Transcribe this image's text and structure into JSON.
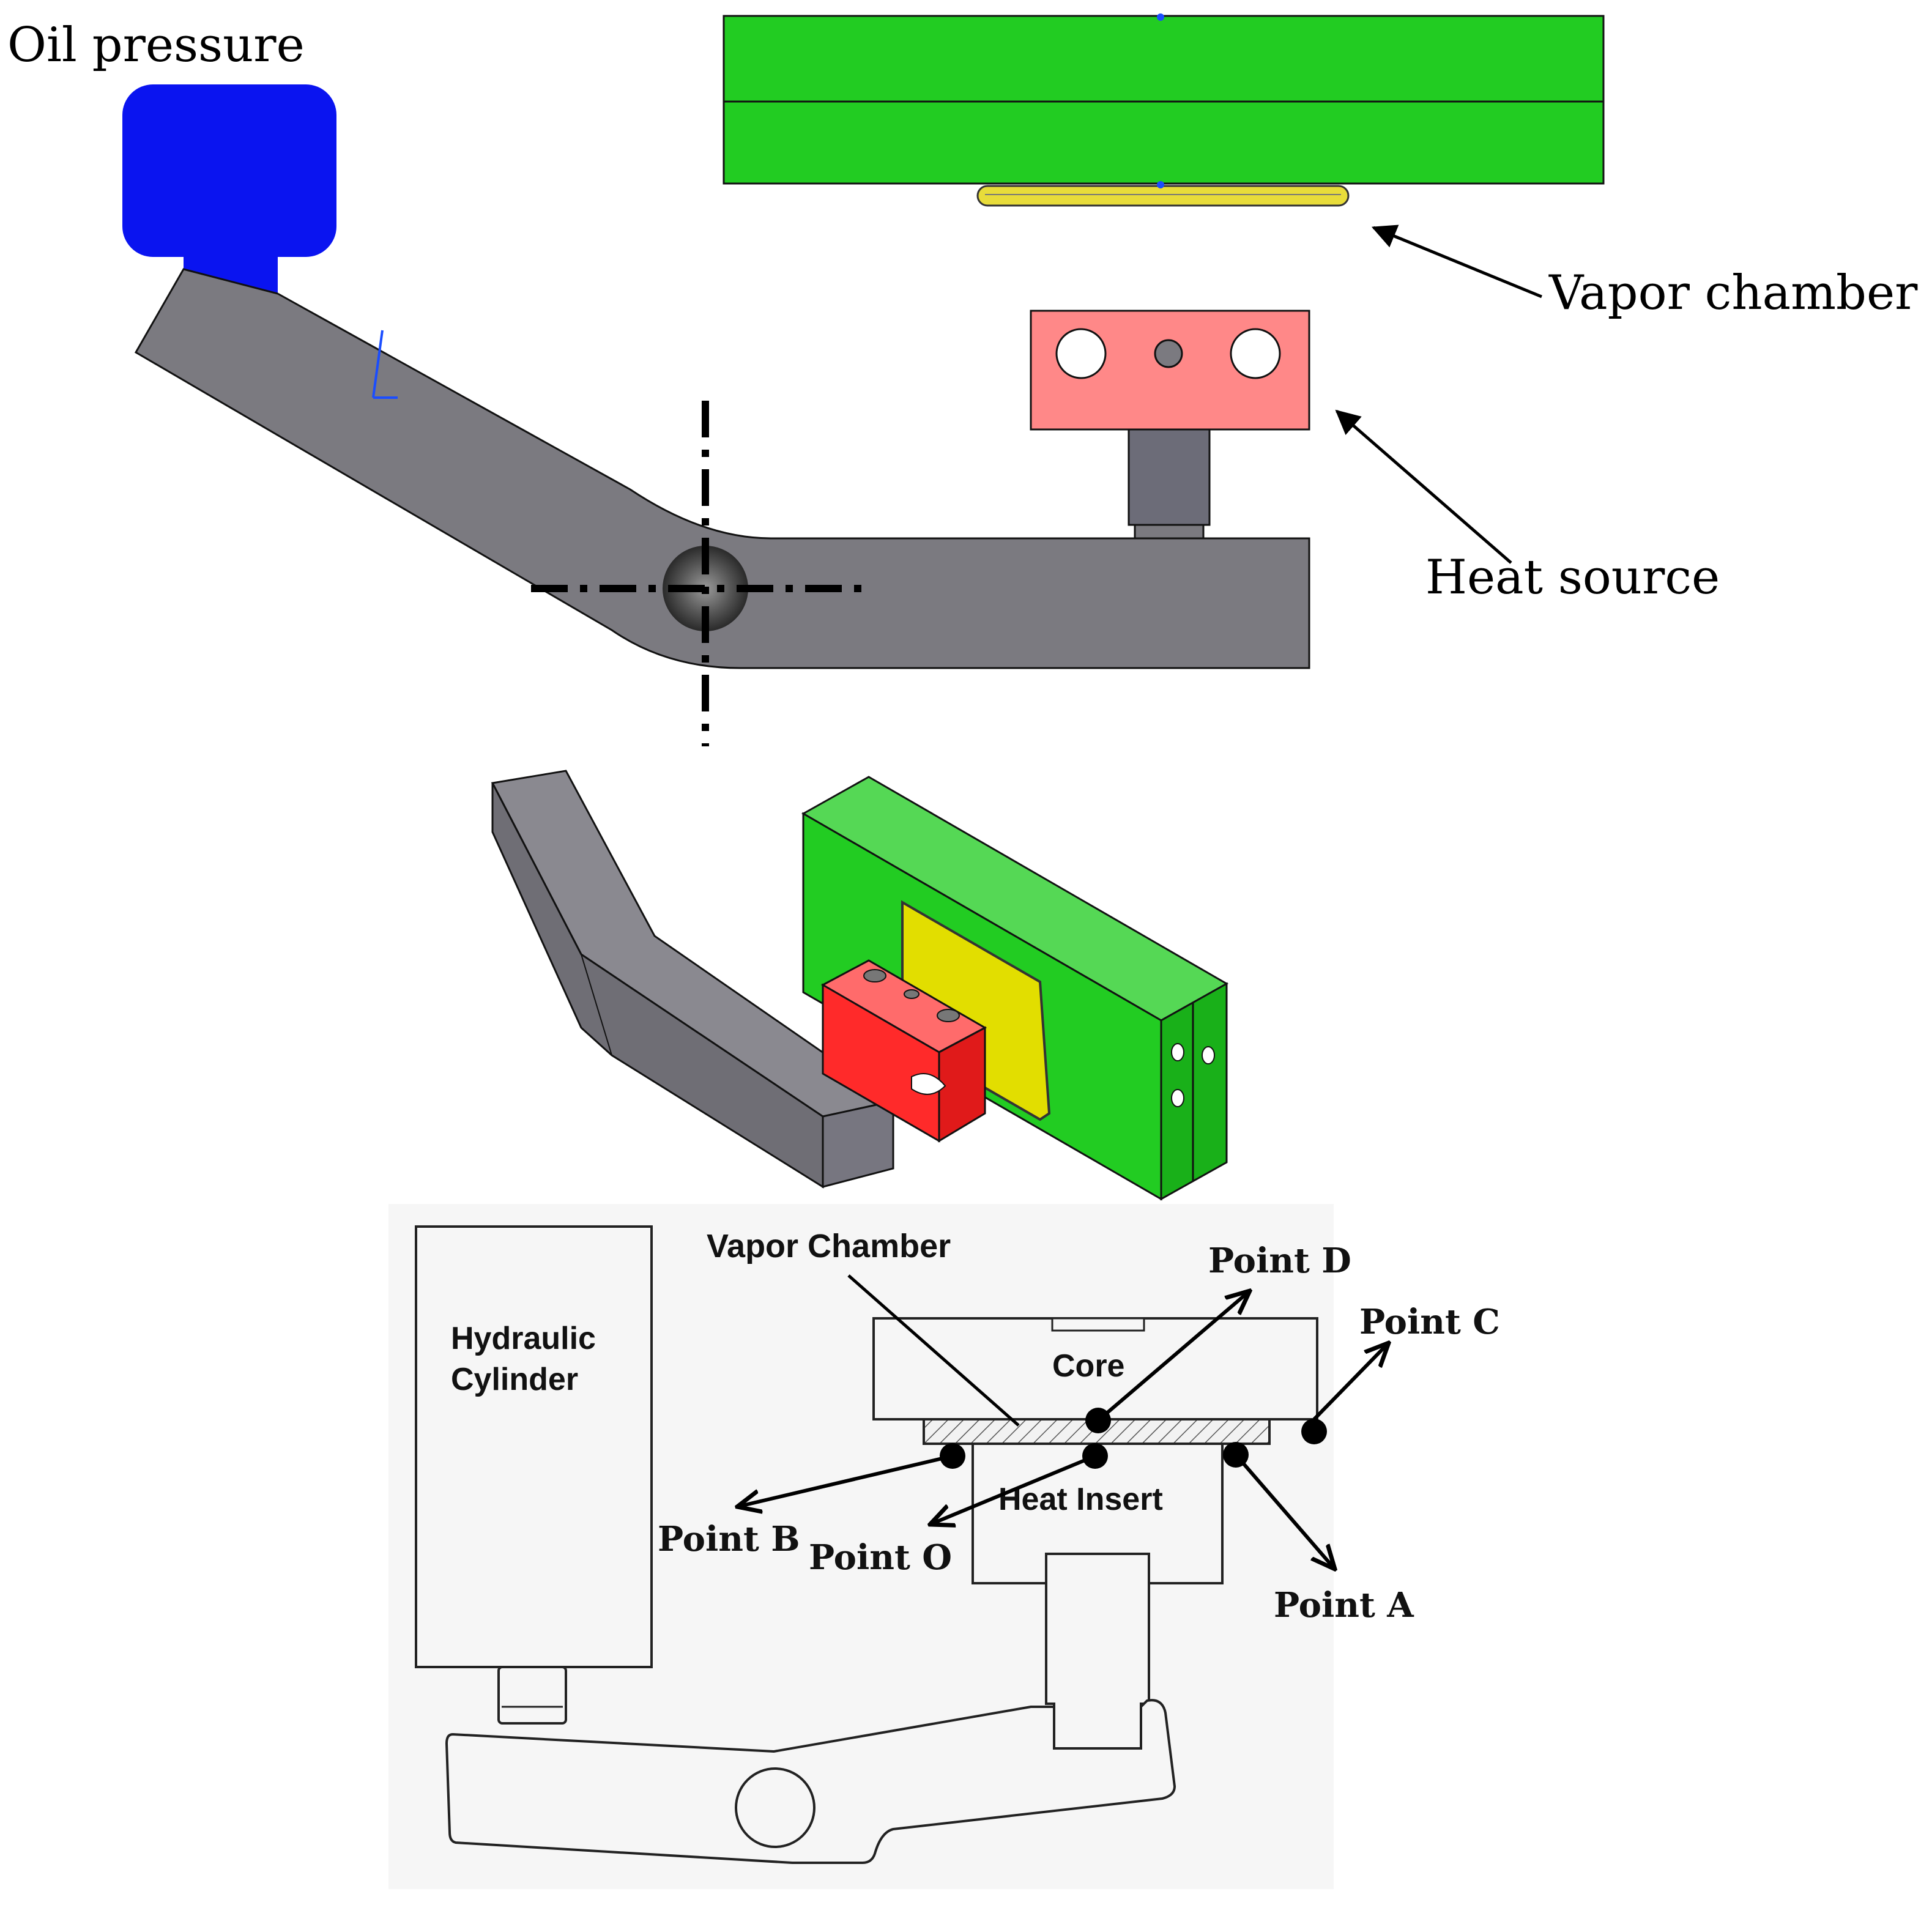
{
  "top_view": {
    "labels": {
      "oil_pressure": "Oil pressure",
      "vapor_chamber": "Vapor chamber",
      "heat_source": "Heat source"
    }
  },
  "schematic": {
    "labels": {
      "vapor_chamber": "Vapor Chamber",
      "hydraulic_line1": "Hydraulic",
      "hydraulic_line2": "Cylinder",
      "core": "Core",
      "heat_insert": "Heat Insert",
      "point_a": "Point A",
      "point_b": "Point B",
      "point_c": "Point C",
      "point_d": "Point D",
      "point_o": "Point O"
    }
  },
  "colors": {
    "arm_gray": "#7b7a80",
    "oil_blue": "#0a14f0",
    "chamber_green": "#22cc22",
    "heat_source_pink": "#ff8888",
    "heat_block_red": "#ff2a2a",
    "vapor_plate_yellow": "#e2de00",
    "schematic_bg": "#f6f6f6"
  }
}
